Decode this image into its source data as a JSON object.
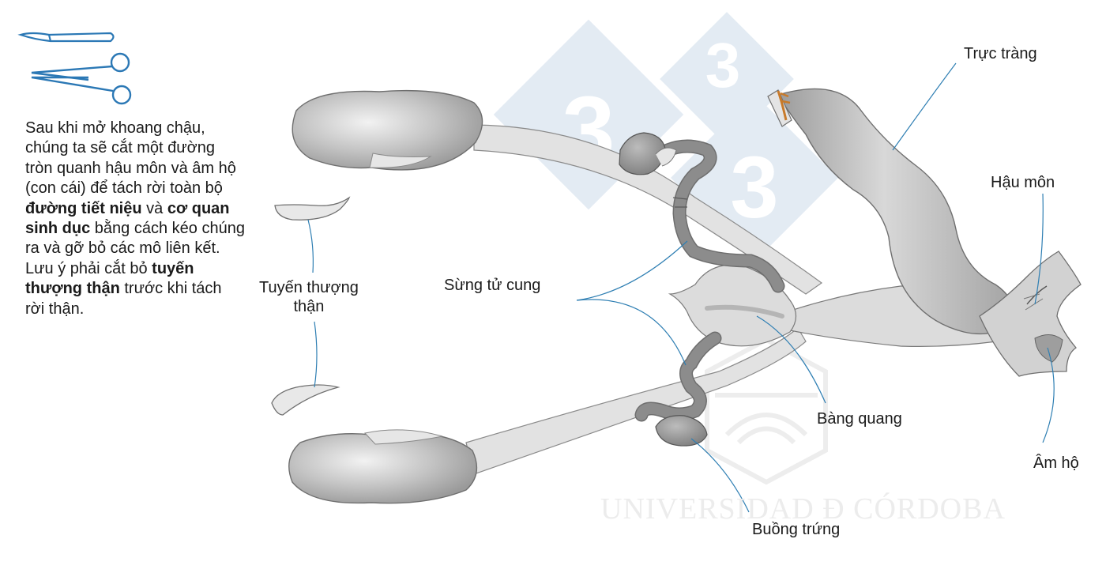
{
  "description": [
    {
      "text": "Sau khi mở khoang chậu, chúng ta sẽ cắt một đường tròn quanh hậu môn và âm hộ (con cái) để tách rời toàn bộ ",
      "bold": false
    },
    {
      "text": "đường tiết niệu",
      "bold": true
    },
    {
      "text": " và ",
      "bold": false
    },
    {
      "text": "cơ quan sinh dục",
      "bold": true
    },
    {
      "text": " bằng cách kéo chúng ra và gỡ bỏ các mô liên kết. Lưu ý phải cắt bỏ ",
      "bold": false
    },
    {
      "text": "tuyến thượng thận",
      "bold": true
    },
    {
      "text": " trước khi tách rời thận.",
      "bold": false
    }
  ],
  "labels": {
    "adrenal_line1": "Tuyến thượng",
    "adrenal_line2": "thận",
    "uterine_horn": "Sừng tử cung",
    "rectum": "Trực tràng",
    "anus": "Hậu môn",
    "bladder": "Bàng quang",
    "vulva": "Âm hộ",
    "ovary": "Buồng trứng"
  },
  "watermark": {
    "text": "UNIVERSIDAD Đ CÓRDOBA",
    "logo_digits": [
      "3",
      "3",
      "3"
    ]
  },
  "icons": [
    "scalpel-icon",
    "scissors-icon"
  ],
  "colors": {
    "organ_gray": "#a9a9a9",
    "organ_light": "#dcdcdc",
    "ureter": "#e2e2e2",
    "oviduct": "#8c8c8c",
    "leader_line": "#2f7fb3",
    "tool_blue": "#2b78b5",
    "watermark_blue": "#e3ebf3",
    "ligature": "#c87a2a"
  }
}
